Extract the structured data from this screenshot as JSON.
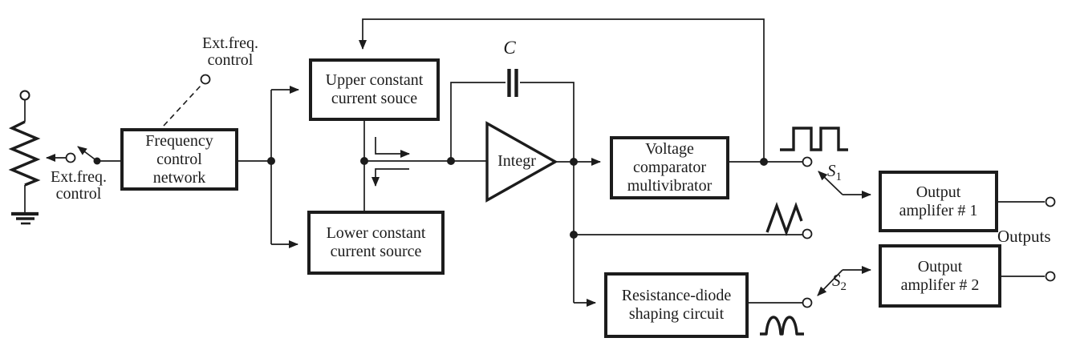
{
  "colors": {
    "ink": "#1c1c1c",
    "background": "#ffffff"
  },
  "boxes": {
    "frequency_control_network": {
      "line1": "Frequency",
      "line2": "control",
      "line3": "network"
    },
    "upper_constant_current_source": {
      "line1": "Upper constant",
      "line2": "current souce"
    },
    "lower_constant_current_source": {
      "line1": "Lower constant",
      "line2": "current source"
    },
    "voltage_comparator_multivibrator": {
      "line1": "Voltage",
      "line2": "comparator",
      "line3": "multivibrator"
    },
    "resistance_diode_shaping_circuit": {
      "line1": "Resistance-diode",
      "line2": "shaping circuit"
    },
    "output_amplifier_1": {
      "line1": "Output",
      "line2": "amplifer # 1"
    },
    "output_amplifier_2": {
      "line1": "Output",
      "line2": "amplifer # 2"
    }
  },
  "labels": {
    "ext_freq_control_left": {
      "line1": "Ext.freq.",
      "line2": "control"
    },
    "ext_freq_control_top": {
      "line1": "Ext.freq.",
      "line2": "control"
    },
    "capacitor": "C",
    "integrator": "Integr",
    "switch_s1": {
      "base": "S",
      "sub": "1"
    },
    "switch_s2": {
      "base": "S",
      "sub": "2"
    },
    "outputs": "Outputs"
  },
  "icons": [
    {
      "name": "potentiometer-icon",
      "shape": "zigzag-resistor-with-wiper-arrow"
    },
    {
      "name": "ground-icon",
      "shape": "three-bar-ground"
    },
    {
      "name": "capacitor-icon",
      "shape": "two-parallel-plates"
    },
    {
      "name": "integrator-triangle-icon",
      "shape": "amplifier-triangle"
    },
    {
      "name": "square-wave-icon",
      "shape": "two-pulse-square-wave"
    },
    {
      "name": "triangle-wave-icon",
      "shape": "two-peak-triangle-wave"
    },
    {
      "name": "sine-wave-icon",
      "shape": "two-hump-sine-wave"
    },
    {
      "name": "input-switch-icon",
      "shape": "open-blade-switch"
    },
    {
      "name": "s1-switch-icon",
      "shape": "selector-blade-switch"
    },
    {
      "name": "s2-switch-icon",
      "shape": "selector-blade-switch"
    },
    {
      "name": "terminal-circle-icon",
      "shape": "open-circle-terminal"
    }
  ]
}
